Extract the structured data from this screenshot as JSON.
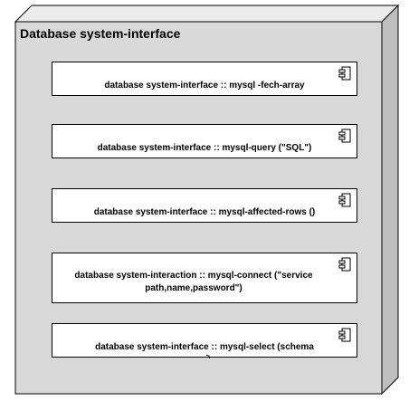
{
  "node": {
    "title": "Database system-interface"
  },
  "components": [
    {
      "label": "database system-interface ::  mysql -fech-array"
    },
    {
      "label": "database system-interface  ::  mysql-query  (\"SQL\")"
    },
    {
      "label": "database system-interface  ::  mysql-affected-rows  ()"
    },
    {
      "label": "database system-interaction ::  mysql-connect (\"service path,name,password\")"
    },
    {
      "label": "database system-interface  ::  mysql-select (schema"
    }
  ],
  "icons": {
    "component": "uml-component-icon"
  },
  "colors": {
    "node_front": "#d9d9d9",
    "node_side": "#bfbfbf",
    "node_top": "#ececec",
    "outline": "#000000",
    "component_fill": "#ffffff"
  }
}
